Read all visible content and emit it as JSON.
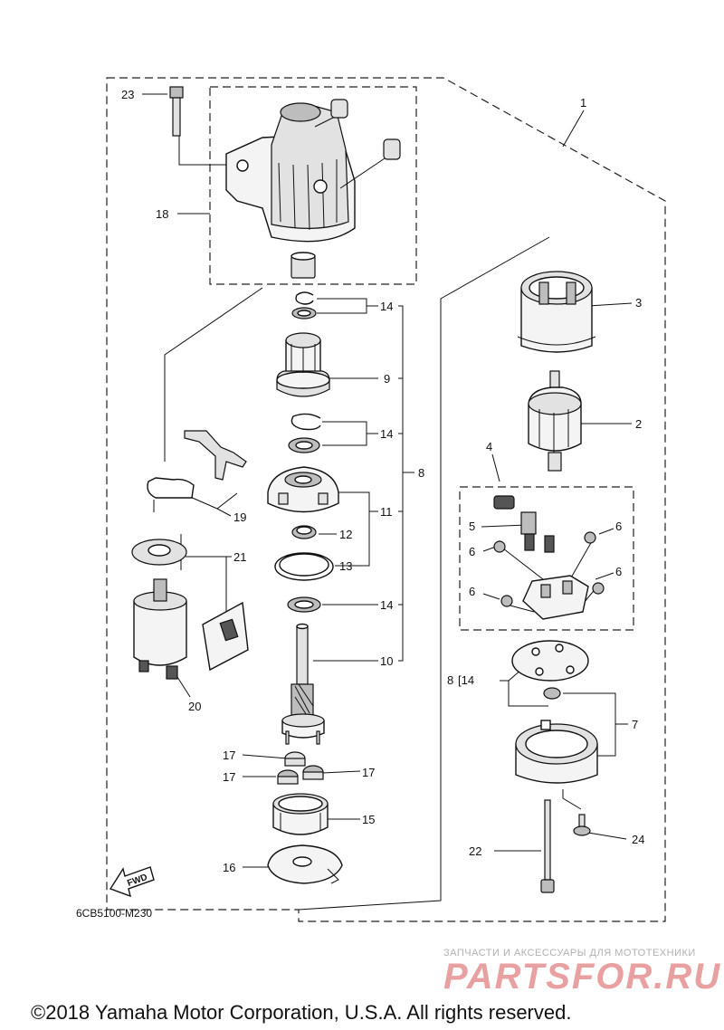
{
  "callouts": {
    "p1": "1",
    "p2": "2",
    "p3": "3",
    "p4": "4",
    "p5": "5",
    "p6a": "6",
    "p6b": "6",
    "p6c": "6",
    "p6d": "6",
    "p7": "7",
    "p8a": "8",
    "p8b": "8",
    "p8c": "[14",
    "p9": "9",
    "p10": "10",
    "p11": "11",
    "p12": "12",
    "p13": "13",
    "p14a": "14",
    "p14b": "14",
    "p14c": "14",
    "p15": "15",
    "p16": "16",
    "p17a": "17",
    "p17b": "17",
    "p17c": "17",
    "p18": "18",
    "p19": "19",
    "p20": "20",
    "p21": "21",
    "p22": "22",
    "p23": "23",
    "p24": "24"
  },
  "fwd_label": "FWD",
  "diagram_code": "6CB5100-M230",
  "watermark": {
    "tagline": "ЗАПЧАСТИ И АКСЕССУАРЫ ДЛЯ МОТОТЕХНИКИ",
    "brand": "PARTSFOR.RU"
  },
  "copyright": "©2018 Yamaha Motor Corporation, U.S.A. All rights reserved."
}
